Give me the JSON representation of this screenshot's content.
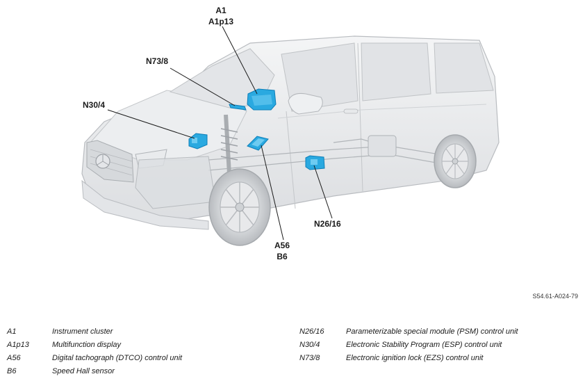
{
  "callouts": {
    "a1": "A1",
    "a1p13": "A1p13",
    "n73_8": "N73/8",
    "n30_4": "N30/4",
    "a56": "A56",
    "b6": "B6",
    "n26_16": "N26/16"
  },
  "reference": "S54.61-A024-79",
  "legend": {
    "left": [
      {
        "code": "A1",
        "desc": "Instrument cluster"
      },
      {
        "code": "A1p13",
        "desc": "Multifunction display"
      },
      {
        "code": "A56",
        "desc": "Digital tachograph (DTCO) control unit"
      },
      {
        "code": "B6",
        "desc": "Speed Hall sensor"
      }
    ],
    "right": [
      {
        "code": "N26/16",
        "desc": "Parameterizable special module (PSM) control unit"
      },
      {
        "code": "N30/4",
        "desc": "Electronic Stability Program (ESP) control unit"
      },
      {
        "code": "N73/8",
        "desc": "Electronic ignition lock (EZS) control unit"
      }
    ]
  },
  "colors": {
    "component": "#2aa9e0",
    "component_dark": "#0f7fb8",
    "body": "#e6e7e9",
    "outline": "#b9bcc0"
  }
}
